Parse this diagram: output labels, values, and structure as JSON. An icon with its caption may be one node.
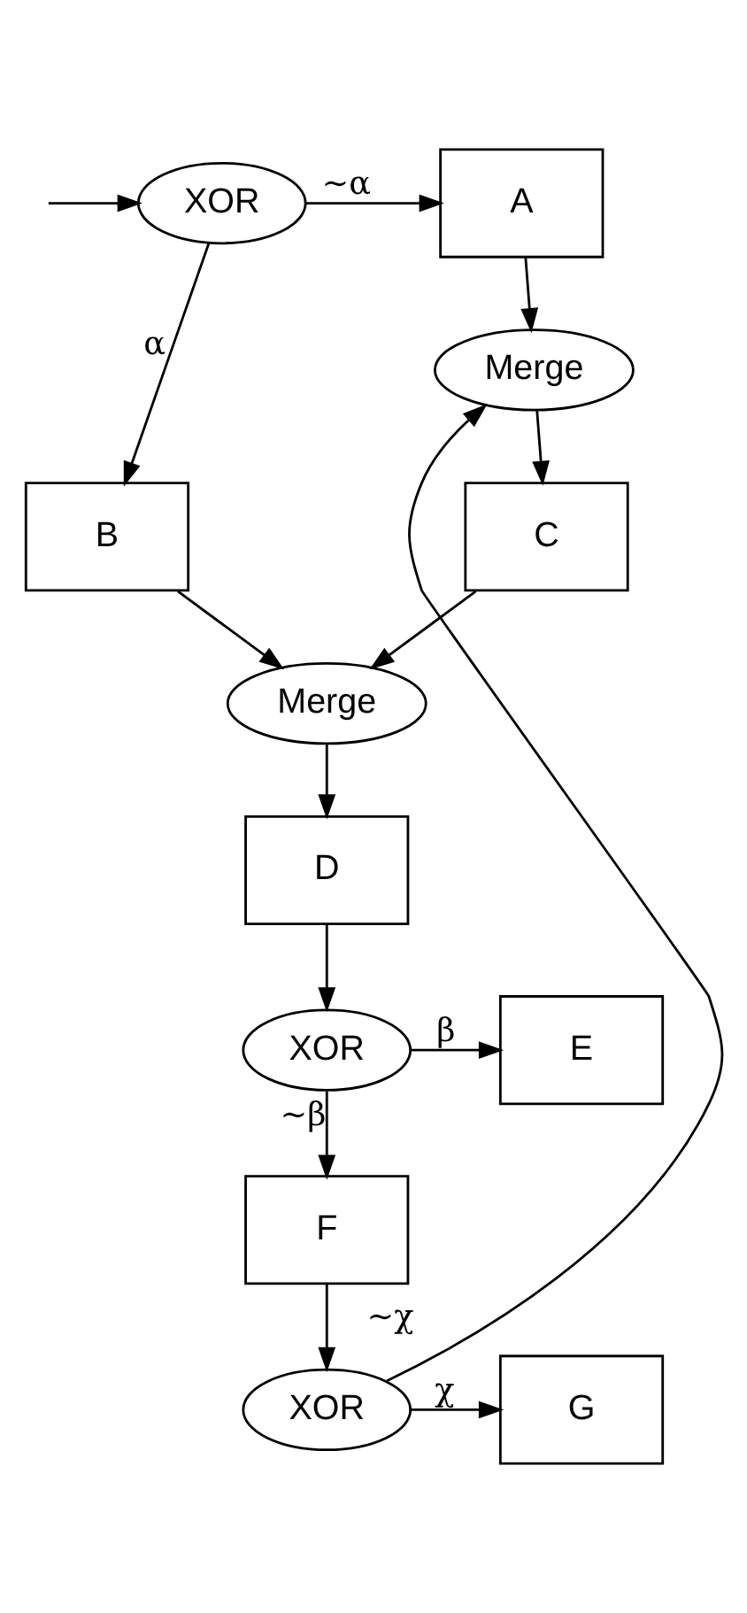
{
  "diagram": {
    "nodes": [
      {
        "text": [
          "A"
        ]
      },
      {
        "text": [
          "XOR"
        ]
      },
      {
        "text": [
          "Merge"
        ]
      },
      {
        "text": [
          "B"
        ]
      },
      {
        "text": [
          "C"
        ]
      },
      {
        "text": [
          "Merge"
        ]
      },
      {
        "text": [
          "D"
        ]
      },
      {
        "text": [
          "XOR"
        ]
      },
      {
        "text": [
          "E"
        ]
      },
      {
        "text": [
          "F"
        ]
      },
      {
        "text": [
          "XOR"
        ]
      },
      {
        "text": [
          "G"
        ]
      }
    ],
    "edges": [
      {
        "from": null,
        "to": 1,
        "arrow": "to"
      },
      {
        "from": 1,
        "to": 0,
        "arrow": "to",
        "label": "~α"
      },
      {
        "from": 1,
        "to": 3,
        "arrow": "to",
        "label": "α"
      },
      {
        "from": 0,
        "to": 2,
        "arrow": "to"
      },
      {
        "from": 2,
        "to": 4,
        "arrow": "to"
      },
      {
        "from": 3,
        "to": 5,
        "arrow": "to"
      },
      {
        "from": 4,
        "to": 5,
        "arrow": "to"
      },
      {
        "from": 5,
        "to": 6,
        "arrow": "to"
      },
      {
        "from": 6,
        "to": 7,
        "arrow": "to"
      },
      {
        "from": 7,
        "to": 8,
        "arrow": "to",
        "label": "β"
      },
      {
        "from": 7,
        "to": 9,
        "arrow": "to",
        "label": "~β"
      },
      {
        "from": 9,
        "to": 10,
        "arrow": "to"
      },
      {
        "from": 10,
        "to": 11,
        "arrow": "to",
        "label": "χ"
      },
      {
        "from": 10,
        "to": 2,
        "arrow": "to",
        "label": "~χ"
      }
    ]
  }
}
